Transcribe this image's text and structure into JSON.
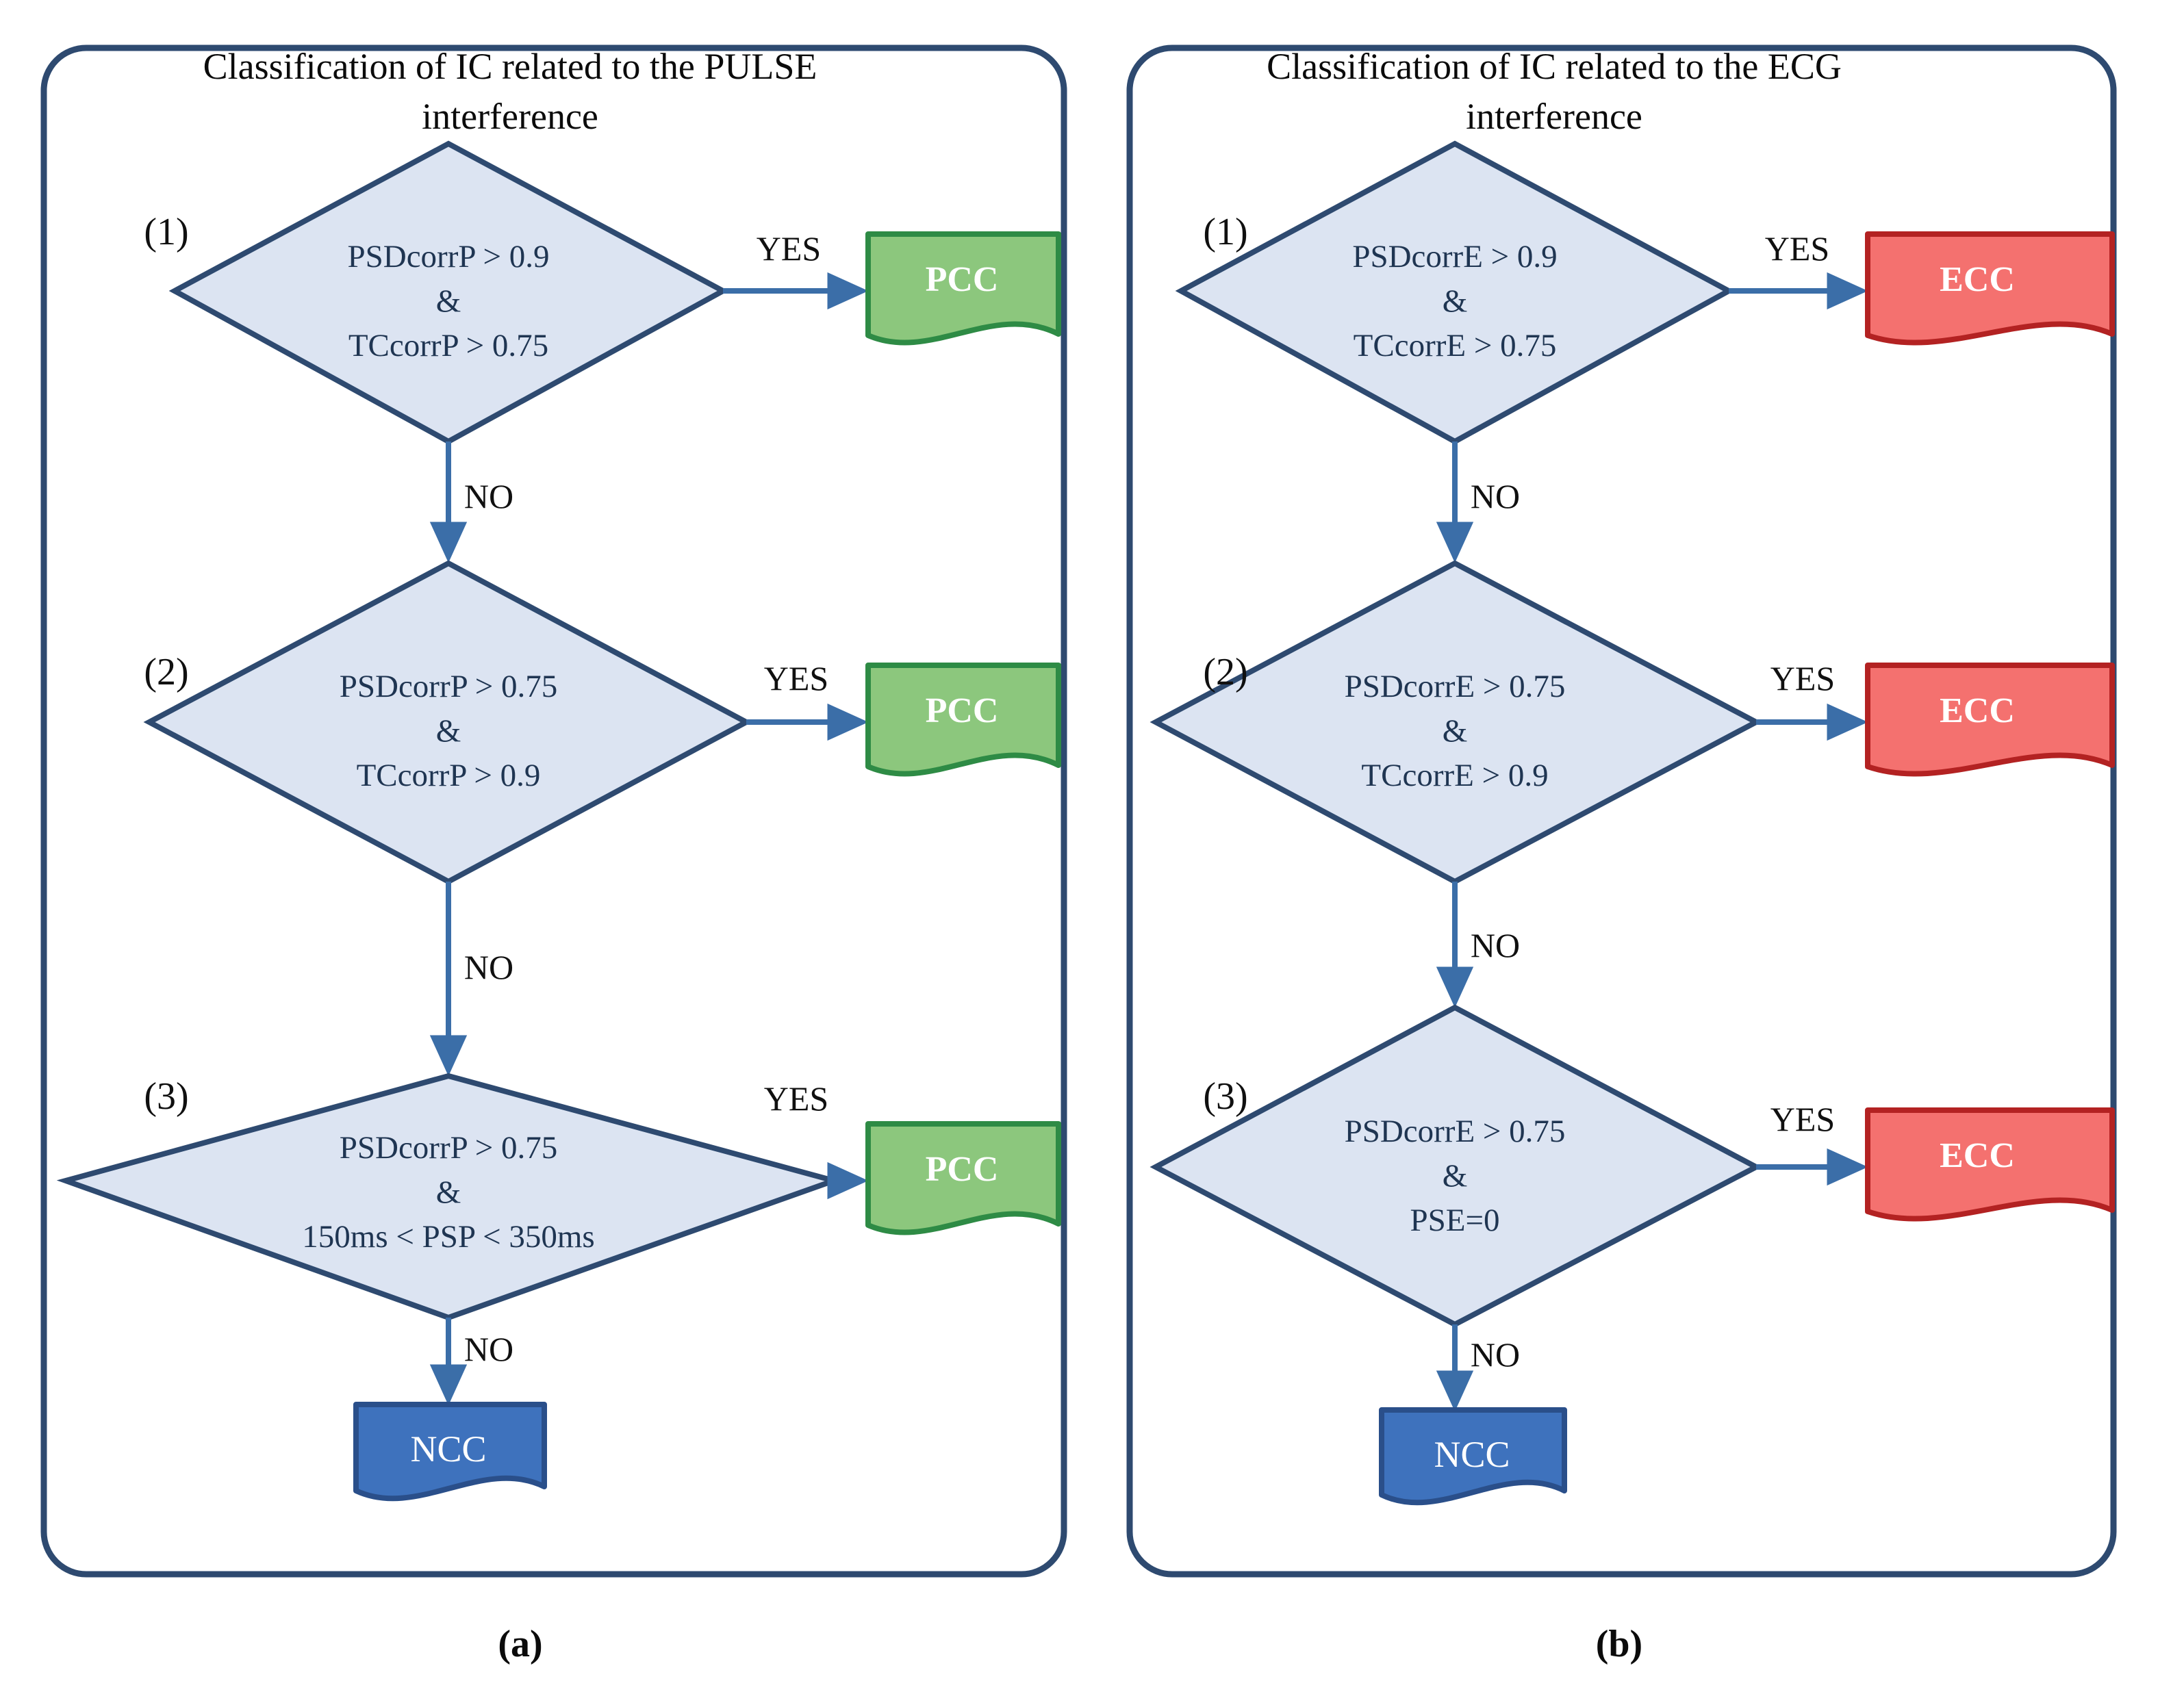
{
  "figure": {
    "background": "#ffffff",
    "panel_border_color": "#2E4A70",
    "diamond_fill": "#DCE4F2",
    "diamond_stroke": "#2E4A70",
    "arrow_color": "#3B6EA8",
    "text_navy": "#1F3552",
    "pcc_fill": "#8CC77D",
    "pcc_stroke": "#2E8B45",
    "ecc_fill": "#F4716F",
    "ecc_stroke": "#B32222",
    "ncc_fill": "#3E72BD",
    "ncc_stroke": "#2A4F8A"
  },
  "panels": [
    {
      "id": "panel-a",
      "title": "Classification of IC related to the PULSE interference",
      "title_line1": "Classification of IC related to the PULSE",
      "title_line2": "interference",
      "caption": "(a)",
      "yes_result": "PCC",
      "no_result": "NCC",
      "steps": [
        {
          "number": "(1)",
          "lines": [
            "PSDcorrP > 0.9",
            "&",
            "TCcorrP > 0.75"
          ],
          "yes_label": "YES",
          "no_label": "NO",
          "yes_target": "PCC"
        },
        {
          "number": "(2)",
          "lines": [
            "PSDcorrP > 0.75",
            "&",
            "TCcorrP > 0.9"
          ],
          "yes_label": "YES",
          "no_label": "NO",
          "yes_target": "PCC"
        },
        {
          "number": "(3)",
          "lines": [
            "PSDcorrP > 0.75",
            "&",
            "150ms < PSP < 350ms"
          ],
          "yes_label": "YES",
          "no_label": "NO",
          "yes_target": "PCC"
        }
      ]
    },
    {
      "id": "panel-b",
      "title": "Classification of IC related to the ECG interference",
      "title_line1": "Classification of IC related to the ECG",
      "title_line2": "interference",
      "caption": "(b)",
      "yes_result": "ECC",
      "no_result": "NCC",
      "steps": [
        {
          "number": "(1)",
          "lines": [
            "PSDcorrE > 0.9",
            "&",
            "TCcorrE > 0.75"
          ],
          "yes_label": "YES",
          "no_label": "NO",
          "yes_target": "ECC"
        },
        {
          "number": "(2)",
          "lines": [
            "PSDcorrE > 0.75",
            "&",
            "TCcorrE > 0.9"
          ],
          "yes_label": "YES",
          "no_label": "NO",
          "yes_target": "ECC"
        },
        {
          "number": "(3)",
          "lines": [
            "PSDcorrE > 0.75",
            "&",
            "PSE=0"
          ],
          "yes_label": "YES",
          "no_label": "NO",
          "yes_target": "ECC"
        }
      ]
    }
  ]
}
